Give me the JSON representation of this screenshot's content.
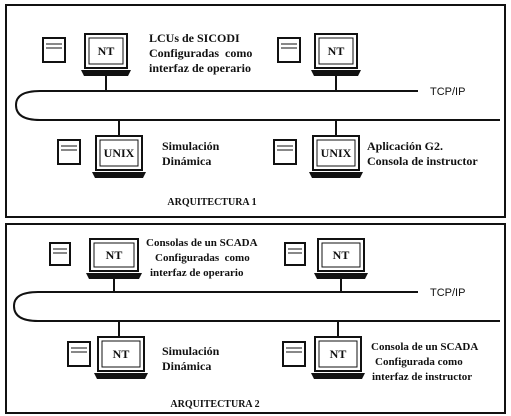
{
  "architectures": [
    {
      "title": "ARQUITECTURA 1",
      "network_label": "TCP/IP",
      "top_left_computer": "NT",
      "top_left_text": [
        "LCUs de SICODI",
        "Configuradas  como",
        "interfaz de operario"
      ],
      "top_right_computer": "NT",
      "bottom_left_computer": "UNIX",
      "bottom_left_text": [
        "Simulación",
        "Dinámica"
      ],
      "bottom_right_computer": "UNIX",
      "bottom_right_text": [
        "Aplicación G2.",
        "Consola de instructor"
      ]
    },
    {
      "title": "ARQUITECTURA 2",
      "network_label": "TCP/IP",
      "top_left_computer": "NT",
      "top_left_text": [
        "Consolas de un SCADA",
        "Configuradas  como",
        "interfaz de operario"
      ],
      "top_right_computer": "NT",
      "bottom_left_computer": "NT",
      "bottom_left_text": [
        "Simulación",
        "Dinámica"
      ],
      "bottom_right_computer": "NT",
      "bottom_right_text": [
        "Consola de un SCADA",
        "Configurada como",
        "interfaz de instructor"
      ]
    }
  ]
}
